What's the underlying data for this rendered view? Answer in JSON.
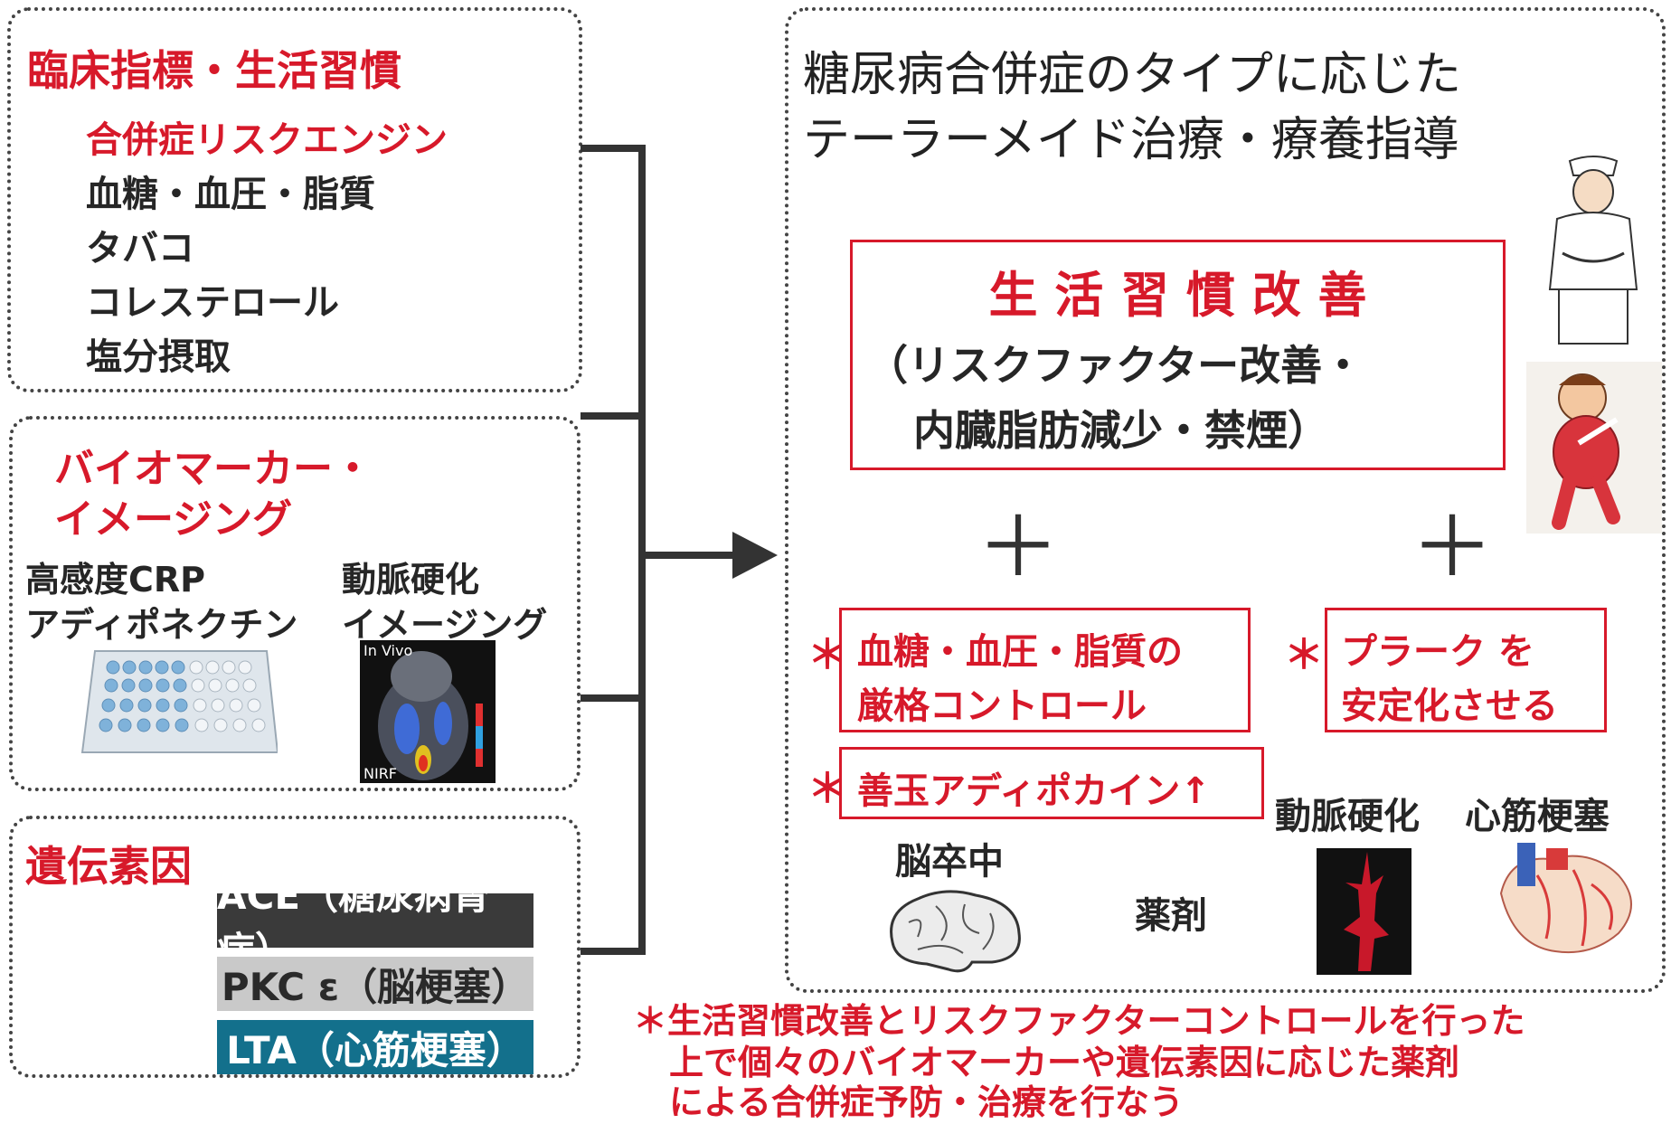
{
  "panel_clinical": {
    "title": "臨床指標・生活習慣",
    "subtitle": "合併症リスクエンジン",
    "items": [
      "血糖・血圧・脂質",
      "タバコ",
      "コレステロール",
      "塩分摂取"
    ]
  },
  "panel_biomarker": {
    "title_line1": "バイオマーカー・",
    "title_line2": "イメージング",
    "left_label_line1": "高感度CRP",
    "left_label_line2": "アディポネクチン",
    "right_label_line1": "動脈硬化",
    "right_label_line2": "イメージング",
    "image_label_top": "In Vivo",
    "image_label_bottom": "NIRF"
  },
  "panel_genetic": {
    "title": "遺伝素因",
    "genes": [
      {
        "label": "ACE（糖尿病腎症）",
        "bg": "#3a3a3a",
        "fg": "#ffffff"
      },
      {
        "label": "PKC ε（脳梗塞）",
        "bg": "#c9c9c9",
        "fg": "#2a2a2a"
      },
      {
        "label": "LTA（心筋梗塞）",
        "bg": "#13708c",
        "fg": "#ffffff"
      }
    ]
  },
  "main": {
    "title_line1": "糖尿病合併症のタイプに応じた",
    "title_line2": "テーラーメイド治療・療養指導",
    "lifestyle_title": "生 活 習 慣 改 善",
    "lifestyle_line1": "（リスクファクター改善・",
    "lifestyle_line2": "内臓脂肪減少・禁煙）",
    "plus_symbol": "＋",
    "star": "＊",
    "control_line1": "血糖・血圧・脂質の",
    "control_line2": "厳格コントロール",
    "plaque_line1": "プラーク を",
    "plaque_line2": "安定化させる",
    "adipo": "善玉アディポカイン↑",
    "label_stroke": "脳卒中",
    "label_drug": "薬剤",
    "label_arterio": "動脈硬化",
    "label_mi": "心筋梗塞"
  },
  "footnote": {
    "line1": "＊生活習慣改善とリスクファクターコントロールを行った",
    "line2": "上で個々のバイオマーカーや遺伝素因に応じた薬剤",
    "line3": "による合併症予防・治療を行なう"
  },
  "colors": {
    "accent_red": "#d7192a",
    "text_dark": "#222222",
    "border": "#444444"
  }
}
